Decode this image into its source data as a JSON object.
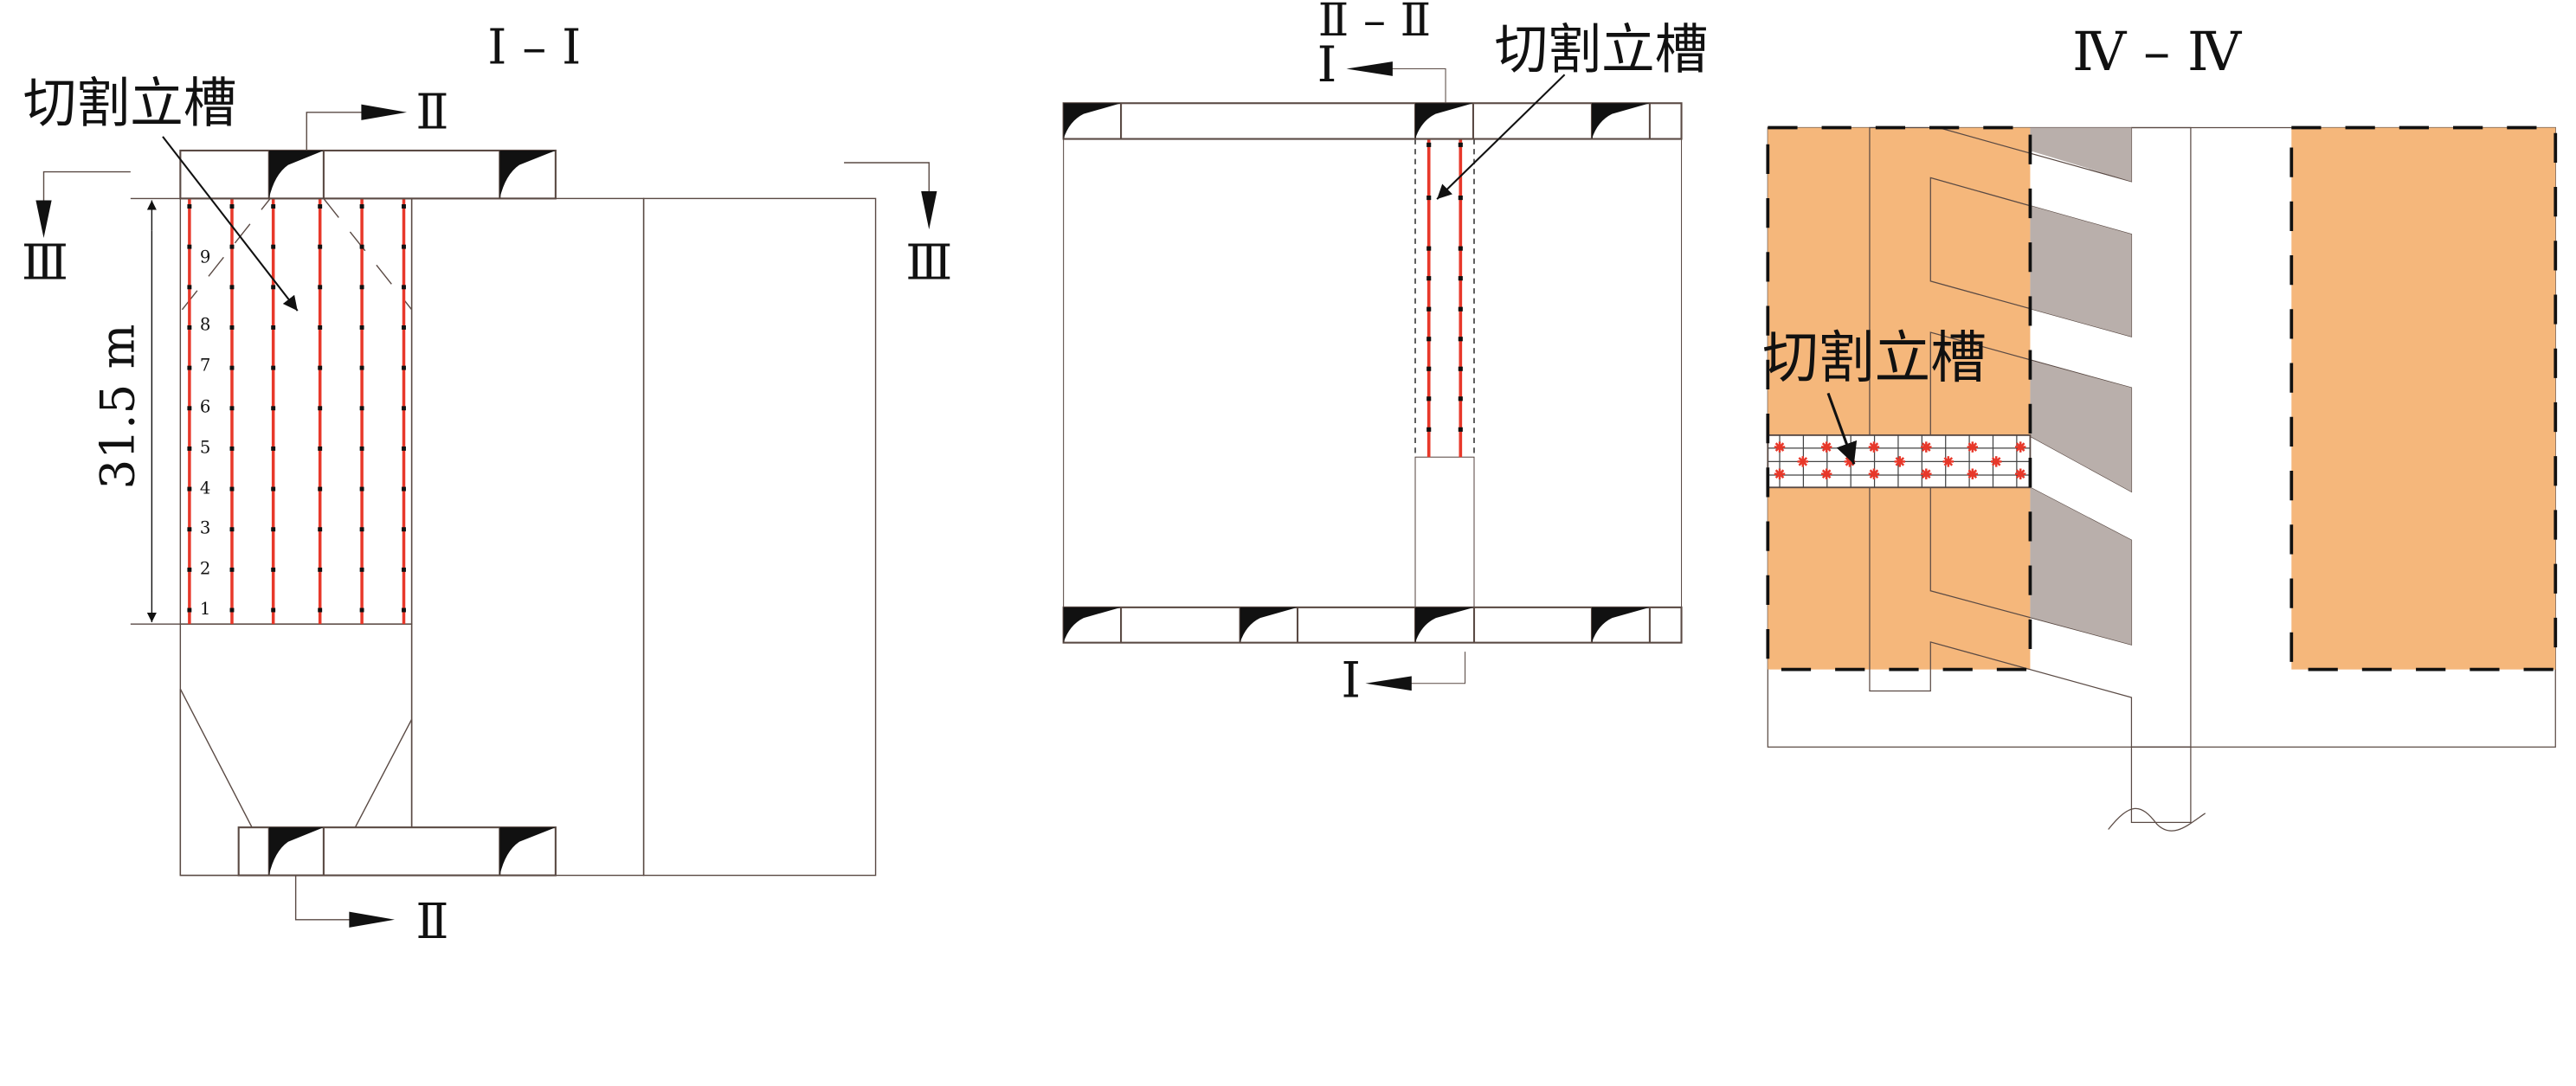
{
  "colors": {
    "ore": "#F5B77B",
    "rock": "#B9AFAB",
    "cut": "#E8382A",
    "line": "#5a4a44"
  },
  "panel1": {
    "title": "Ⅰ – Ⅰ",
    "label": "切割立槽",
    "dimension": "31.5 m",
    "section_top": "Ⅱ",
    "section_bottom": "Ⅱ",
    "section_left": "Ⅲ",
    "section_right": "Ⅲ",
    "levels": [
      "1",
      "2",
      "3",
      "4",
      "5",
      "6",
      "7",
      "8",
      "9"
    ]
  },
  "panel2": {
    "title": "Ⅱ – Ⅱ",
    "label": "切割立槽",
    "section_top": "Ⅰ",
    "section_bottom": "Ⅰ"
  },
  "panel3": {
    "title": "Ⅳ – Ⅳ",
    "label": "切割立槽"
  }
}
